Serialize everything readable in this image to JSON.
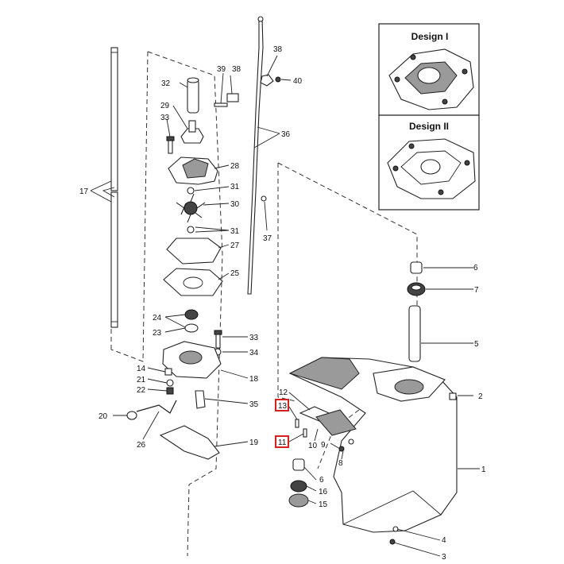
{
  "insets": [
    {
      "title": "Design I"
    },
    {
      "title": "Design II"
    }
  ],
  "callouts": {
    "c1": "1",
    "c2": "2",
    "c3": "3",
    "c4": "4",
    "c5": "5",
    "c6a": "6",
    "c6b": "6",
    "c7": "7",
    "c8": "8",
    "c9": "9",
    "c10": "10",
    "c11": "11",
    "c12": "12",
    "c13": "13",
    "c14": "14",
    "c15": "15",
    "c16": "16",
    "c17": "17",
    "c18": "18",
    "c19": "19",
    "c20": "20",
    "c21": "21",
    "c22": "22",
    "c23": "23",
    "c24": "24",
    "c25": "25",
    "c26": "26",
    "c27": "27",
    "c28": "28",
    "c29": "29",
    "c30": "30",
    "c31a": "31",
    "c31b": "31",
    "c32": "32",
    "c33a": "33",
    "c33b": "33",
    "c34": "34",
    "c35": "35",
    "c36": "36",
    "c37": "37",
    "c38": "38",
    "c39": "39",
    "c40": "40"
  },
  "highlighted_callouts": [
    "13",
    "11"
  ],
  "colors": {
    "highlight": "#d62020",
    "line": "#222222",
    "shading": "#9a9a9a"
  }
}
